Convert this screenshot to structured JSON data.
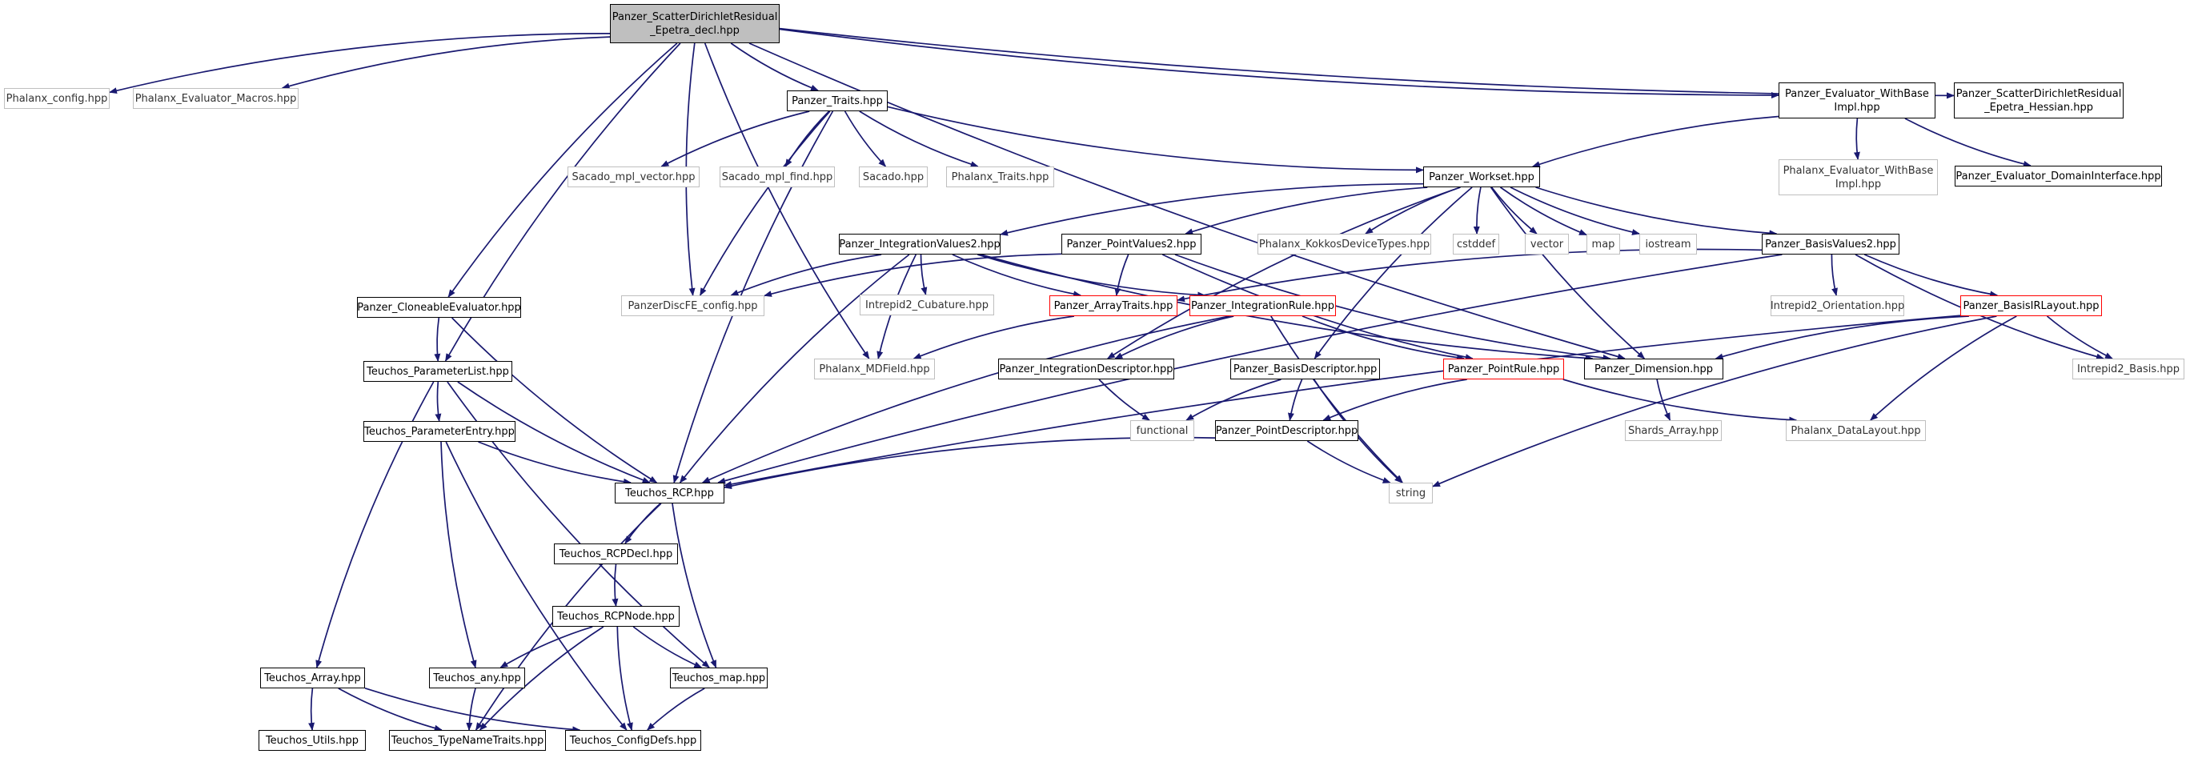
{
  "graph": {
    "colors": {
      "edge": "#191970",
      "root_fill": "#bfbfbf",
      "normal_border": "#000000",
      "external_border": "#bfbfbf",
      "incomplete_border": "#ff0000"
    },
    "nodes": [
      {
        "id": "root",
        "label": "Panzer_ScatterDirichletResidual\n_Epetra_decl.hpp",
        "kind": "root"
      },
      {
        "id": "phx_config",
        "label": "Phalanx_config.hpp",
        "kind": "external"
      },
      {
        "id": "phx_eval_macros",
        "label": "Phalanx_Evaluator_Macros.hpp",
        "kind": "external"
      },
      {
        "id": "traits",
        "label": "Panzer_Traits.hpp",
        "kind": "normal"
      },
      {
        "id": "eval_wbi",
        "label": "Panzer_Evaluator_WithBase\nImpl.hpp",
        "kind": "normal"
      },
      {
        "id": "scatter_hessian",
        "label": "Panzer_ScatterDirichletResidual\n_Epetra_Hessian.hpp",
        "kind": "normal"
      },
      {
        "id": "sacado_mpl_vector",
        "label": "Sacado_mpl_vector.hpp",
        "kind": "external"
      },
      {
        "id": "sacado_mpl_find",
        "label": "Sacado_mpl_find.hpp",
        "kind": "external"
      },
      {
        "id": "sacado",
        "label": "Sacado.hpp",
        "kind": "external"
      },
      {
        "id": "phx_traits",
        "label": "Phalanx_Traits.hpp",
        "kind": "external"
      },
      {
        "id": "workset",
        "label": "Panzer_Workset.hpp",
        "kind": "normal"
      },
      {
        "id": "phx_eval_wbi",
        "label": "Phalanx_Evaluator_WithBase\nImpl.hpp",
        "kind": "external"
      },
      {
        "id": "eval_domain",
        "label": "Panzer_Evaluator_DomainInterface.hpp",
        "kind": "normal"
      },
      {
        "id": "intval2",
        "label": "Panzer_IntegrationValues2.hpp",
        "kind": "normal"
      },
      {
        "id": "ptval2",
        "label": "Panzer_PointValues2.hpp",
        "kind": "normal"
      },
      {
        "id": "phx_kokkos",
        "label": "Phalanx_KokkosDeviceTypes.hpp",
        "kind": "external"
      },
      {
        "id": "cstddef",
        "label": "cstddef",
        "kind": "external"
      },
      {
        "id": "vector",
        "label": "vector",
        "kind": "external"
      },
      {
        "id": "map",
        "label": "map",
        "kind": "external"
      },
      {
        "id": "iostream",
        "label": "iostream",
        "kind": "external"
      },
      {
        "id": "basisval2",
        "label": "Panzer_BasisValues2.hpp",
        "kind": "normal"
      },
      {
        "id": "cloneable",
        "label": "Panzer_CloneableEvaluator.hpp",
        "kind": "normal"
      },
      {
        "id": "pdfe_config",
        "label": "PanzerDiscFE_config.hpp",
        "kind": "external"
      },
      {
        "id": "intrepid_cub",
        "label": "Intrepid2_Cubature.hpp",
        "kind": "external"
      },
      {
        "id": "arraytraits",
        "label": "Panzer_ArrayTraits.hpp",
        "kind": "incomplete"
      },
      {
        "id": "intrule",
        "label": "Panzer_IntegrationRule.hpp",
        "kind": "incomplete"
      },
      {
        "id": "intrepid_orient",
        "label": "Intrepid2_Orientation.hpp",
        "kind": "external"
      },
      {
        "id": "basisirlayout",
        "label": "Panzer_BasisIRLayout.hpp",
        "kind": "incomplete"
      },
      {
        "id": "paramlist",
        "label": "Teuchos_ParameterList.hpp",
        "kind": "normal"
      },
      {
        "id": "phx_mdfield",
        "label": "Phalanx_MDField.hpp",
        "kind": "external"
      },
      {
        "id": "intdesc",
        "label": "Panzer_IntegrationDescriptor.hpp",
        "kind": "normal"
      },
      {
        "id": "basisdesc",
        "label": "Panzer_BasisDescriptor.hpp",
        "kind": "normal"
      },
      {
        "id": "ptrule",
        "label": "Panzer_PointRule.hpp",
        "kind": "incomplete"
      },
      {
        "id": "dimension",
        "label": "Panzer_Dimension.hpp",
        "kind": "normal"
      },
      {
        "id": "intrepid_basis",
        "label": "Intrepid2_Basis.hpp",
        "kind": "external"
      },
      {
        "id": "paramentry",
        "label": "Teuchos_ParameterEntry.hpp",
        "kind": "normal"
      },
      {
        "id": "functional",
        "label": "functional",
        "kind": "external"
      },
      {
        "id": "ptdesc",
        "label": "Panzer_PointDescriptor.hpp",
        "kind": "normal"
      },
      {
        "id": "shards",
        "label": "Shards_Array.hpp",
        "kind": "external"
      },
      {
        "id": "phx_datalayout",
        "label": "Phalanx_DataLayout.hpp",
        "kind": "external"
      },
      {
        "id": "rcp",
        "label": "Teuchos_RCP.hpp",
        "kind": "normal"
      },
      {
        "id": "string",
        "label": "string",
        "kind": "external"
      },
      {
        "id": "rcpdecl",
        "label": "Teuchos_RCPDecl.hpp",
        "kind": "normal"
      },
      {
        "id": "rcpnode",
        "label": "Teuchos_RCPNode.hpp",
        "kind": "normal"
      },
      {
        "id": "tarray",
        "label": "Teuchos_Array.hpp",
        "kind": "normal"
      },
      {
        "id": "tany",
        "label": "Teuchos_any.hpp",
        "kind": "normal"
      },
      {
        "id": "tmap",
        "label": "Teuchos_map.hpp",
        "kind": "normal"
      },
      {
        "id": "tutils",
        "label": "Teuchos_Utils.hpp",
        "kind": "normal"
      },
      {
        "id": "ttypename",
        "label": "Teuchos_TypeNameTraits.hpp",
        "kind": "normal"
      },
      {
        "id": "tconfig",
        "label": "Teuchos_ConfigDefs.hpp",
        "kind": "normal"
      }
    ],
    "edges": [
      [
        "root",
        "phx_config"
      ],
      [
        "root",
        "phx_eval_macros"
      ],
      [
        "root",
        "traits"
      ],
      [
        "root",
        "eval_wbi"
      ],
      [
        "root",
        "scatter_hessian"
      ],
      [
        "root",
        "cloneable"
      ],
      [
        "root",
        "paramlist"
      ],
      [
        "root",
        "pdfe_config"
      ],
      [
        "root",
        "phx_mdfield"
      ],
      [
        "root",
        "dimension"
      ],
      [
        "traits",
        "sacado_mpl_vector"
      ],
      [
        "traits",
        "sacado_mpl_find"
      ],
      [
        "traits",
        "sacado"
      ],
      [
        "traits",
        "phx_traits"
      ],
      [
        "traits",
        "workset"
      ],
      [
        "traits",
        "pdfe_config"
      ],
      [
        "traits",
        "rcp"
      ],
      [
        "eval_wbi",
        "workset"
      ],
      [
        "eval_wbi",
        "phx_eval_wbi"
      ],
      [
        "eval_wbi",
        "eval_domain"
      ],
      [
        "workset",
        "intval2"
      ],
      [
        "workset",
        "ptval2"
      ],
      [
        "workset",
        "phx_kokkos"
      ],
      [
        "workset",
        "cstddef"
      ],
      [
        "workset",
        "vector"
      ],
      [
        "workset",
        "map"
      ],
      [
        "workset",
        "iostream"
      ],
      [
        "workset",
        "basisval2"
      ],
      [
        "workset",
        "dimension"
      ],
      [
        "workset",
        "intdesc"
      ],
      [
        "workset",
        "basisdesc"
      ],
      [
        "intval2",
        "pdfe_config"
      ],
      [
        "intval2",
        "intrepid_cub"
      ],
      [
        "intval2",
        "arraytraits"
      ],
      [
        "intval2",
        "intrule"
      ],
      [
        "intval2",
        "phx_mdfield"
      ],
      [
        "intval2",
        "dimension"
      ],
      [
        "intval2",
        "rcp"
      ],
      [
        "ptval2",
        "pdfe_config"
      ],
      [
        "ptval2",
        "arraytraits"
      ],
      [
        "ptval2",
        "ptrule"
      ],
      [
        "ptval2",
        "dimension"
      ],
      [
        "basisval2",
        "arraytraits"
      ],
      [
        "basisval2",
        "intrepid_orient"
      ],
      [
        "basisval2",
        "basisirlayout"
      ],
      [
        "basisval2",
        "intrepid_basis"
      ],
      [
        "basisval2",
        "rcp"
      ],
      [
        "arraytraits",
        "phx_mdfield"
      ],
      [
        "intrule",
        "intdesc"
      ],
      [
        "intrule",
        "ptrule"
      ],
      [
        "intrule",
        "rcp"
      ],
      [
        "intrule",
        "string"
      ],
      [
        "basisirlayout",
        "dimension"
      ],
      [
        "basisirlayout",
        "intrepid_basis"
      ],
      [
        "basisirlayout",
        "phx_datalayout"
      ],
      [
        "basisirlayout",
        "rcp"
      ],
      [
        "basisirlayout",
        "string"
      ],
      [
        "cloneable",
        "paramlist"
      ],
      [
        "cloneable",
        "rcp"
      ],
      [
        "paramlist",
        "paramentry"
      ],
      [
        "paramlist",
        "rcp"
      ],
      [
        "paramlist",
        "tarray"
      ],
      [
        "paramlist",
        "tmap"
      ],
      [
        "intdesc",
        "functional"
      ],
      [
        "basisdesc",
        "functional"
      ],
      [
        "basisdesc",
        "ptdesc"
      ],
      [
        "basisdesc",
        "string"
      ],
      [
        "ptrule",
        "ptdesc"
      ],
      [
        "ptrule",
        "phx_datalayout"
      ],
      [
        "dimension",
        "shards"
      ],
      [
        "paramentry",
        "rcp"
      ],
      [
        "paramentry",
        "tany"
      ],
      [
        "paramentry",
        "tconfig"
      ],
      [
        "ptdesc",
        "string"
      ],
      [
        "ptdesc",
        "rcp"
      ],
      [
        "rcp",
        "rcpdecl"
      ],
      [
        "rcp",
        "tmap"
      ],
      [
        "rcp",
        "ttypename"
      ],
      [
        "rcpdecl",
        "rcpnode"
      ],
      [
        "rcpnode",
        "tany"
      ],
      [
        "rcpnode",
        "tmap"
      ],
      [
        "rcpnode",
        "ttypename"
      ],
      [
        "rcpnode",
        "tconfig"
      ],
      [
        "tarray",
        "tutils"
      ],
      [
        "tarray",
        "ttypename"
      ],
      [
        "tarray",
        "tconfig"
      ],
      [
        "tany",
        "ttypename"
      ],
      [
        "tmap",
        "tconfig"
      ]
    ]
  }
}
